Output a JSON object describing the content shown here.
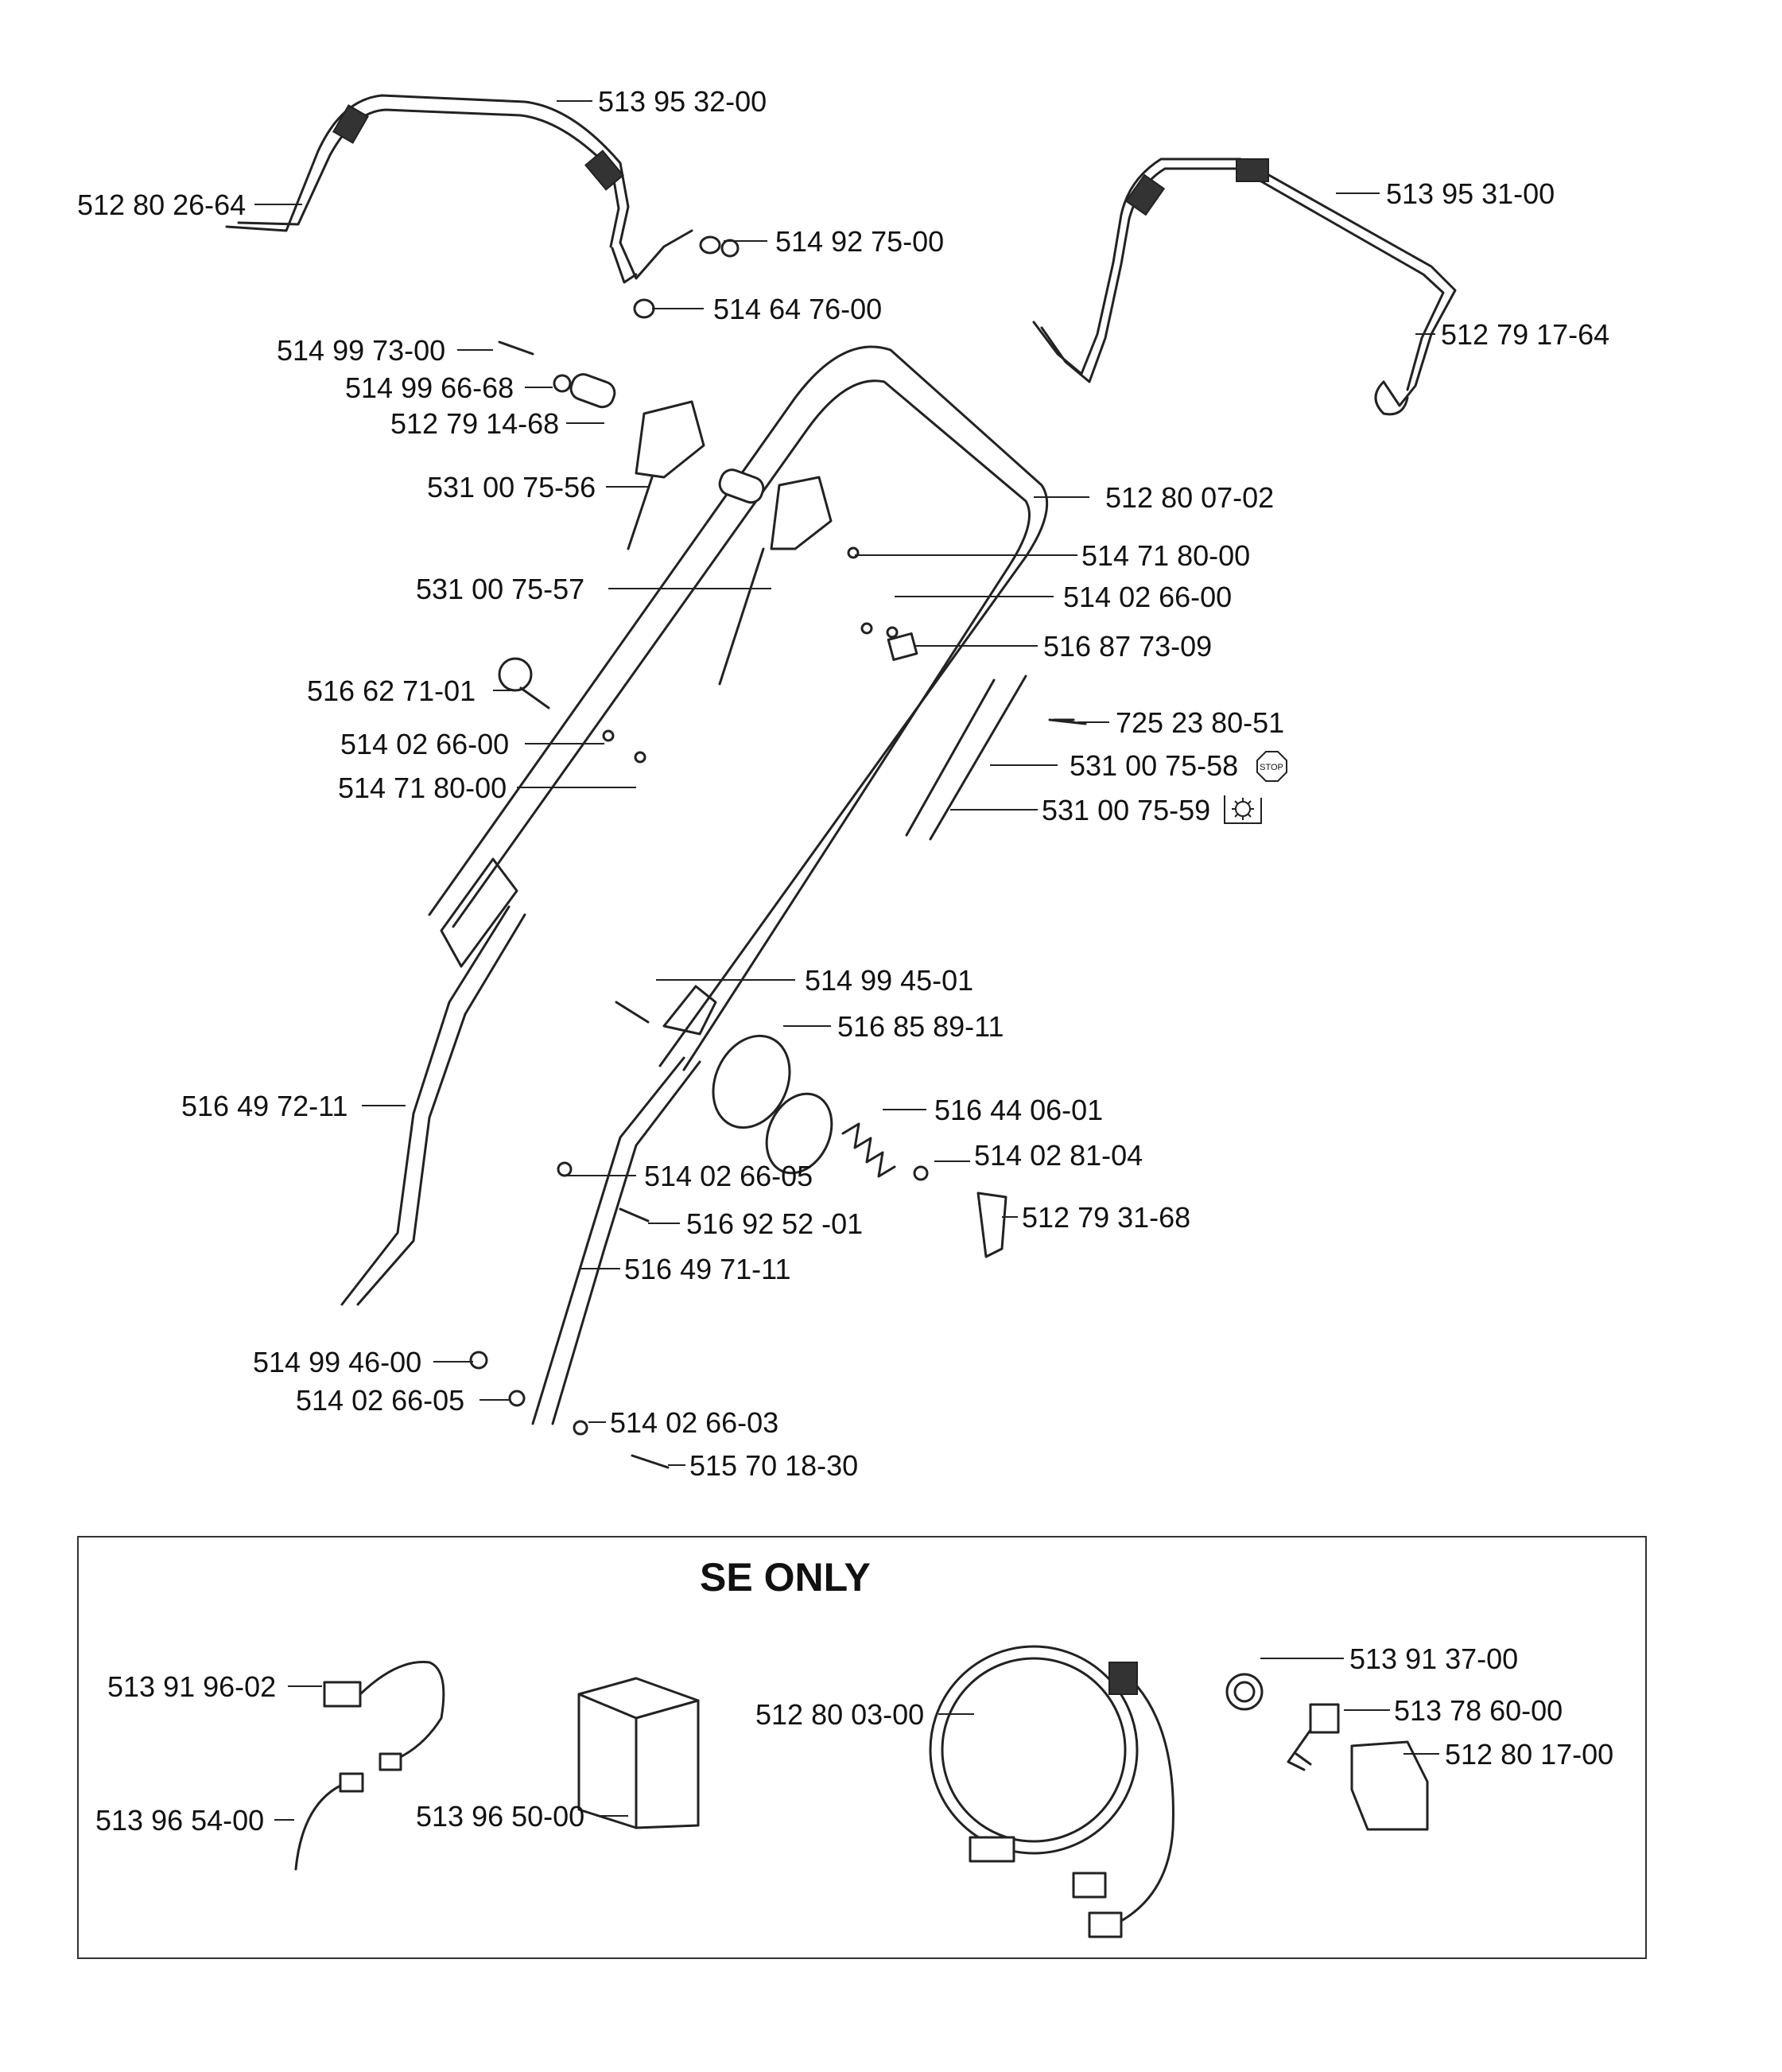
{
  "parts": {
    "p513953200": "513 95 32-00",
    "p512802664": "512 80 26-64",
    "p514927500": "514 92 75-00",
    "p514647600": "514 64 76-00",
    "p513953100": "513 95 31-00",
    "p512791764": "512 79 17-64",
    "p514997300": "514 99 73-00",
    "p514996668": "514 99 66-68",
    "p512791468": "512 79 14-68",
    "p531007556": "531 00 75-56",
    "p512800702": "512 80 07-02",
    "p514718000a": "514 71 80-00",
    "p531007557": "531 00 75-57",
    "p514026600a": "514 02 66-00",
    "p516877309": "516 87 73-09",
    "p516627101": "516 62 71-01",
    "p725238051": "725 23 80-51",
    "p514026600b": "514 02 66-00",
    "p531007558": "531 00 75-58",
    "p514718000b": "514 71 80-00",
    "p531007559": "531 00 75-59",
    "p514994501": "514 99 45-01",
    "p516858911": "516 85 89-11",
    "p516440601": "516 44 06-01",
    "p516497211": "516 49 72-11",
    "p514028104": "514 02 81-04",
    "p514026605a": "514 02 66-05",
    "p516925201": "516 92 52 -01",
    "p512793168": "512 79 31-68",
    "p516497111": "516 49 71-11",
    "p514994600": "514 99 46-00",
    "p514026605b": "514 02 66-05",
    "p514026603": "514 02 66-03",
    "p515701830": "515 70 18-30"
  },
  "se_section": {
    "title": "SE ONLY",
    "p513919602": "513 91 96-02",
    "p513913700": "513 91 37-00",
    "p513786000": "513 78 60-00",
    "p512800300": "512 80 03-00",
    "p512801700": "512 80 17-00",
    "p513965400": "513 96 54-00",
    "p513965000": "513 96 50-00"
  },
  "symbols": {
    "stop_label": "STOP"
  },
  "icons": [
    "stop-sign-icon",
    "sun-gear-icon"
  ]
}
